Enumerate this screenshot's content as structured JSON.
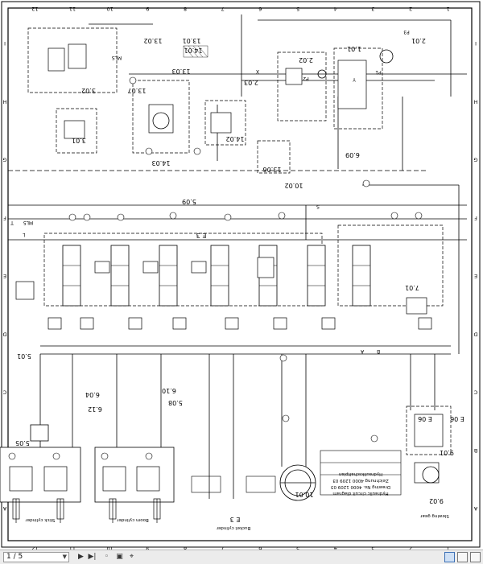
{
  "diagram": {
    "title_lines": [
      "Hydraulic circuit diagram",
      "Drawing No. 4000 1209 03",
      "Zeichnung 4000 1209 03",
      "Hydraulikschaltplan"
    ],
    "border_numbers": [
      "12",
      "11",
      "10",
      "9",
      "8",
      "7",
      "6",
      "5",
      "4",
      "3",
      "2",
      "1"
    ],
    "border_letters": [
      "A",
      "B",
      "C",
      "D",
      "E",
      "F",
      "G",
      "H",
      "I"
    ],
    "components": [
      "10.01",
      "10.02",
      "13.01",
      "13.02",
      "13.03",
      "13.06",
      "13.07",
      "14.01",
      "14.02",
      "14.03",
      "1.01",
      "2.01",
      "2.02",
      "2.03",
      "3.01",
      "3.02",
      "5.01",
      "5.05",
      "5.08",
      "5.09",
      "6.04",
      "6.09",
      "6.10",
      "6.12",
      "7.01",
      "9.01",
      "9.02",
      "E 3",
      "E 06",
      "E 06",
      "E 3"
    ],
    "cylinder_labels": [
      "Stick cylinder",
      "Boom cylinder",
      "Bucket cylinder",
      "Slewing gear"
    ],
    "ports": [
      "P1",
      "P2",
      "P3",
      "L",
      "T",
      "S",
      "A",
      "B",
      "X",
      "Y",
      "MLS",
      "ML5"
    ]
  },
  "toolbar": {
    "page_indicator": "1 / 5",
    "page_next_icon": "triangle-right-icon",
    "page_last_icon": "skip-end-icon",
    "icons": [
      "rotate-icon",
      "fit-page-icon",
      "single-page-icon",
      "double-page-icon",
      "scroll-icon"
    ]
  }
}
